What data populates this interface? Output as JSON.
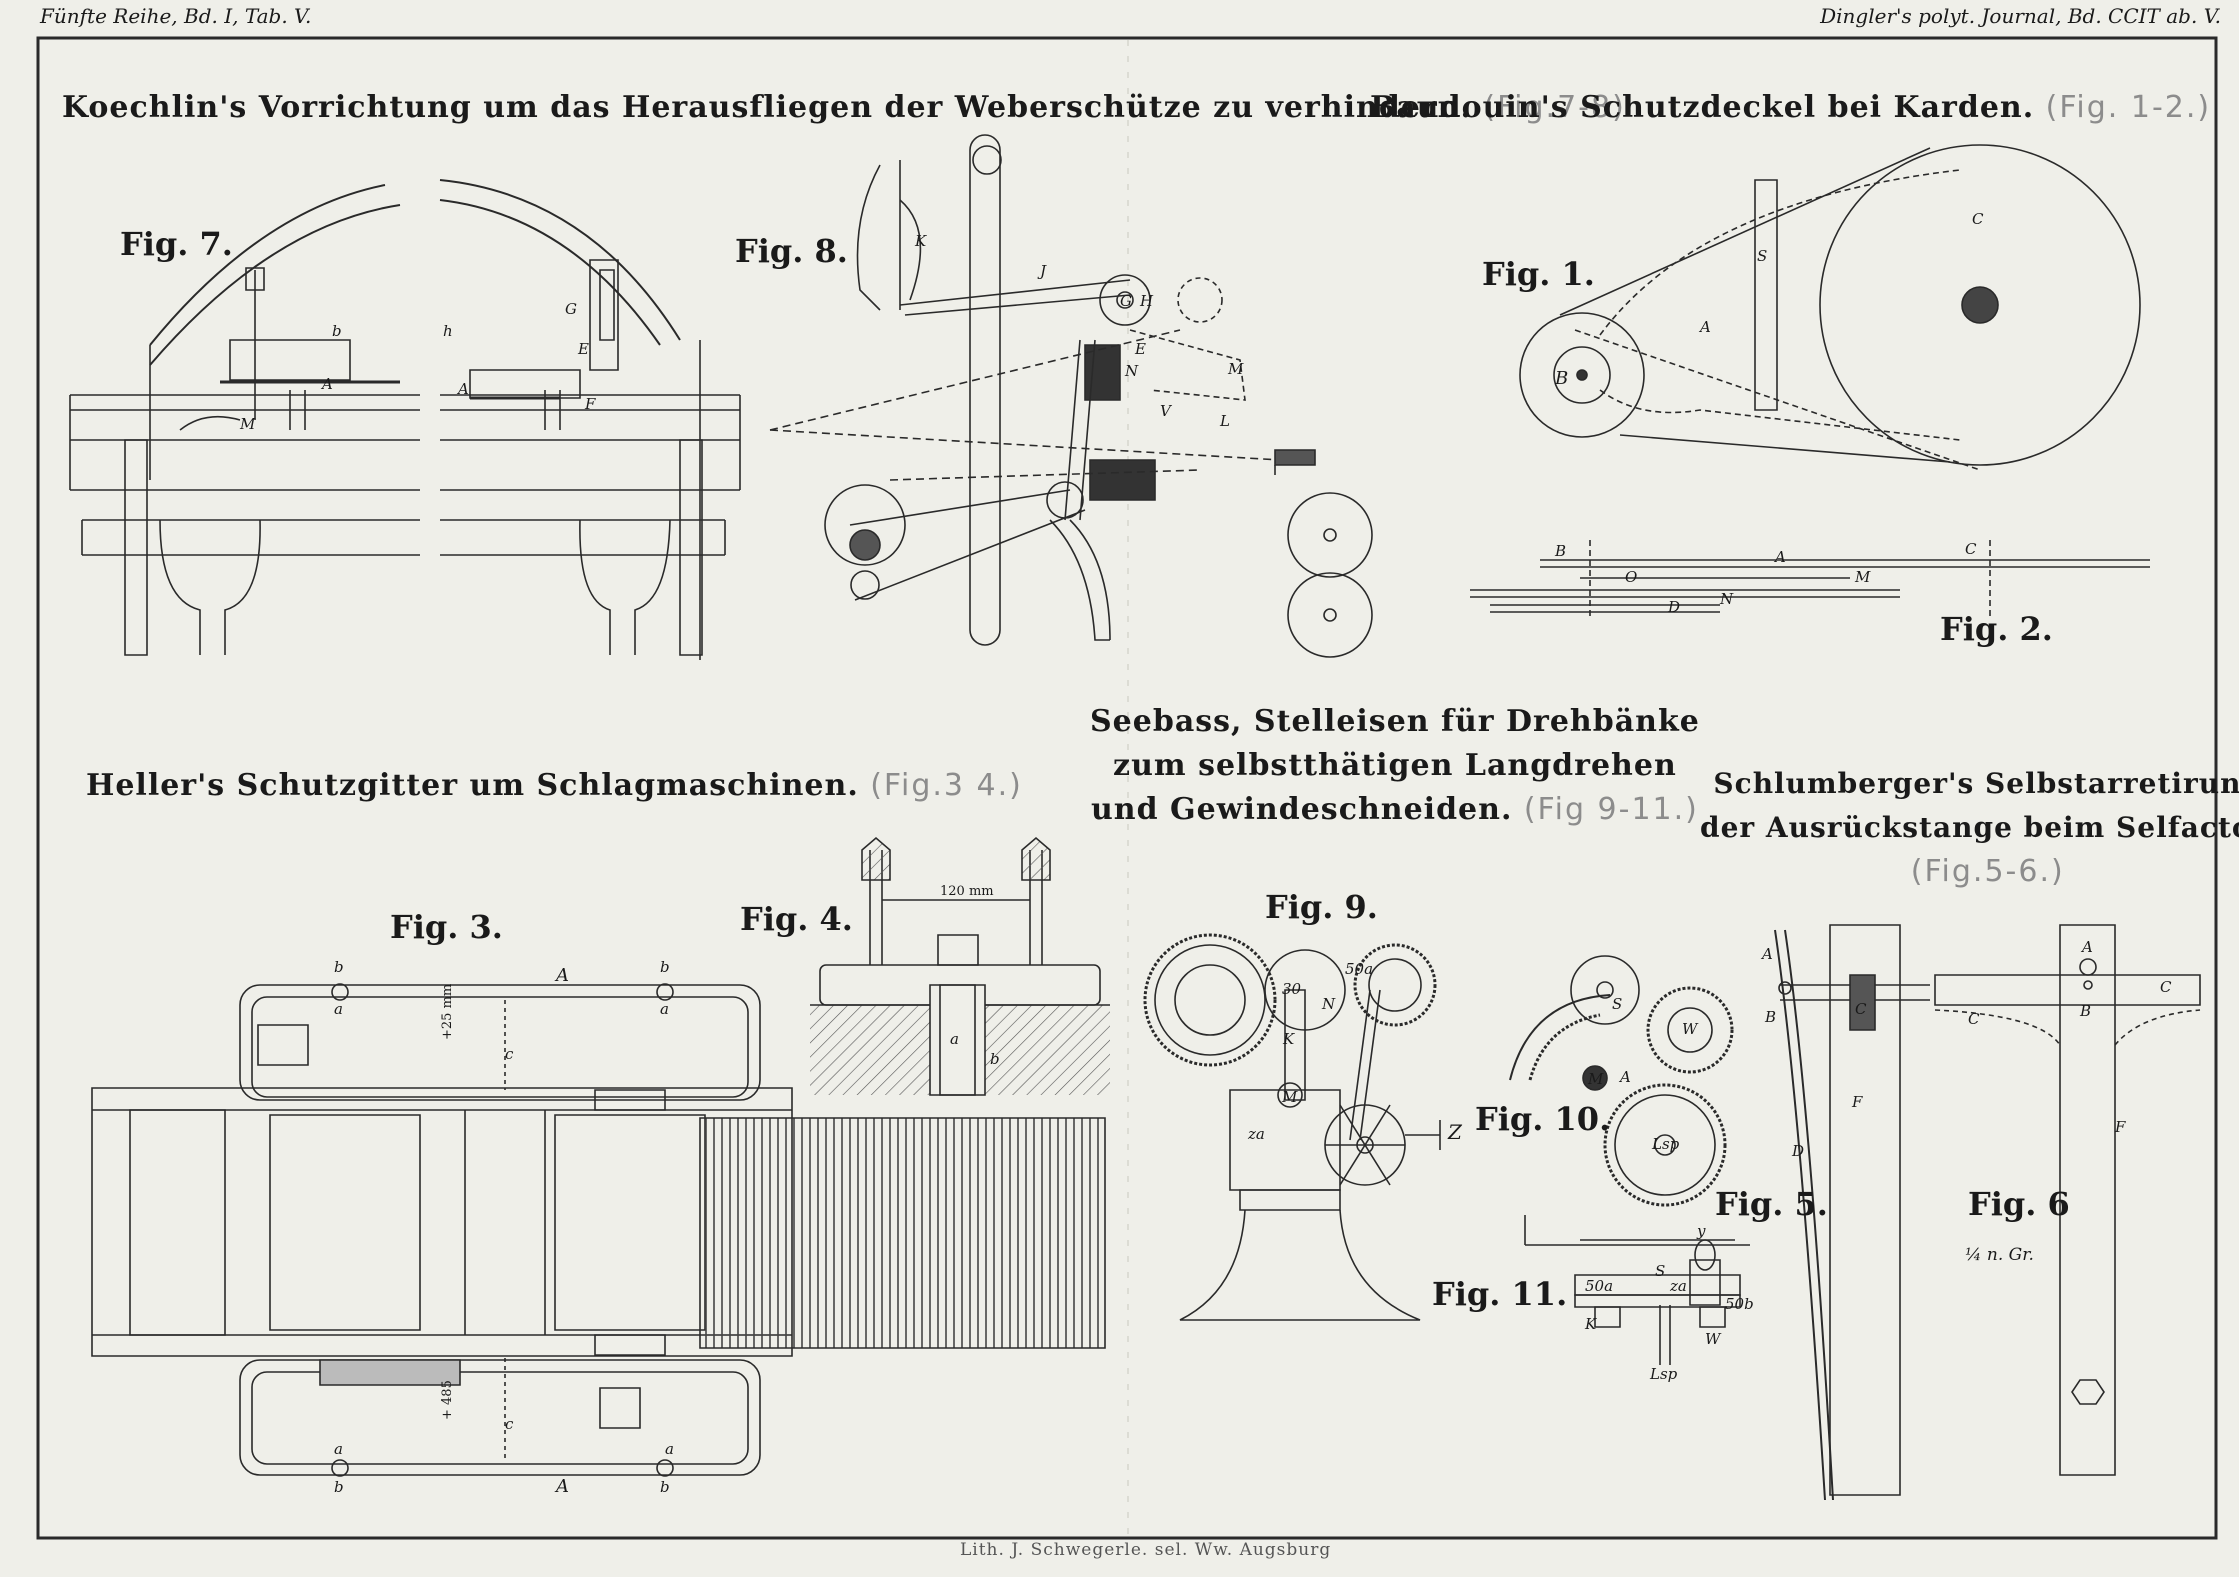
{
  "header": {
    "left": "Fünfte Reihe, Bd. I, Tab. V.",
    "right": "Dingler's polyt. Journal, Bd. CCIT ab. V."
  },
  "titles": {
    "koechlin": "Koechlin's Vorrichtung um das Herausfliegen der Weberschütze zu verhindern.",
    "koechlin_ref": "(Fig.7-8)",
    "baudouin": "Baudouin's Schutzdeckel bei Karden.",
    "baudouin_ref": "(Fig. 1-2.)",
    "heller": "Heller's Schutzgitter um Schlagmaschinen.",
    "heller_ref": "(Fig.3 4.)",
    "seebass_1": "Seebass, Stelleisen für Drehbänke",
    "seebass_2": "zum selbstthätigen Langdrehen",
    "seebass_3": "und Gewindeschneiden.",
    "seebass_ref": "(Fig 9-11.)",
    "schlumberger_1": "Schlumberger's Selbstarretirung",
    "schlumberger_2": "der Ausrückstange beim Selfactor.",
    "schlumberger_ref": "(Fig.5-6.)"
  },
  "figures": {
    "fig1": "Fig. 1.",
    "fig2": "Fig. 2.",
    "fig3": "Fig. 3.",
    "fig4": "Fig. 4.",
    "fig5": "Fig. 5.",
    "fig6": "Fig. 6",
    "fig7": "Fig. 7.",
    "fig8": "Fig. 8.",
    "fig9": "Fig. 9.",
    "fig10": "Fig. 10.",
    "fig11": "Fig. 11."
  },
  "labels": {
    "fig1": [
      "C",
      "S",
      "A",
      "B"
    ],
    "fig2": [
      "B",
      "A",
      "C",
      "O",
      "M",
      "D",
      "N"
    ],
    "fig3": [
      "b",
      "a",
      "A",
      "c",
      "b",
      "a",
      "a",
      "b",
      "c",
      "A",
      "a",
      "b"
    ],
    "fig3_dim_top": "+25 mm",
    "fig3_dim_bottom": "+ 485",
    "fig4": [
      "a",
      "b"
    ],
    "fig4_dim": "120 mm",
    "fig5": [
      "A",
      "B",
      "C",
      "F",
      "D"
    ],
    "fig6": [
      "A",
      "C",
      "B",
      "C",
      "F"
    ],
    "fig6_scale": "¼ n. Gr.",
    "fig7": [
      "b",
      "M",
      "A",
      "h",
      "A",
      "G",
      "E",
      "F"
    ],
    "fig8": [
      "K",
      "J",
      "G",
      "H",
      "E",
      "N",
      "M",
      "V",
      "L"
    ],
    "fig9": [
      "50a",
      "30",
      "N",
      "K",
      "M",
      "Z",
      "za"
    ],
    "fig10": [
      "S",
      "W",
      "M",
      "A",
      "Lsp"
    ],
    "fig11": [
      "y",
      "50a",
      "S",
      "za",
      "50b",
      "W",
      "K",
      "Lsp"
    ]
  },
  "imprint": "Lith. J. Schwegerle. sel. Ww. Augsburg"
}
